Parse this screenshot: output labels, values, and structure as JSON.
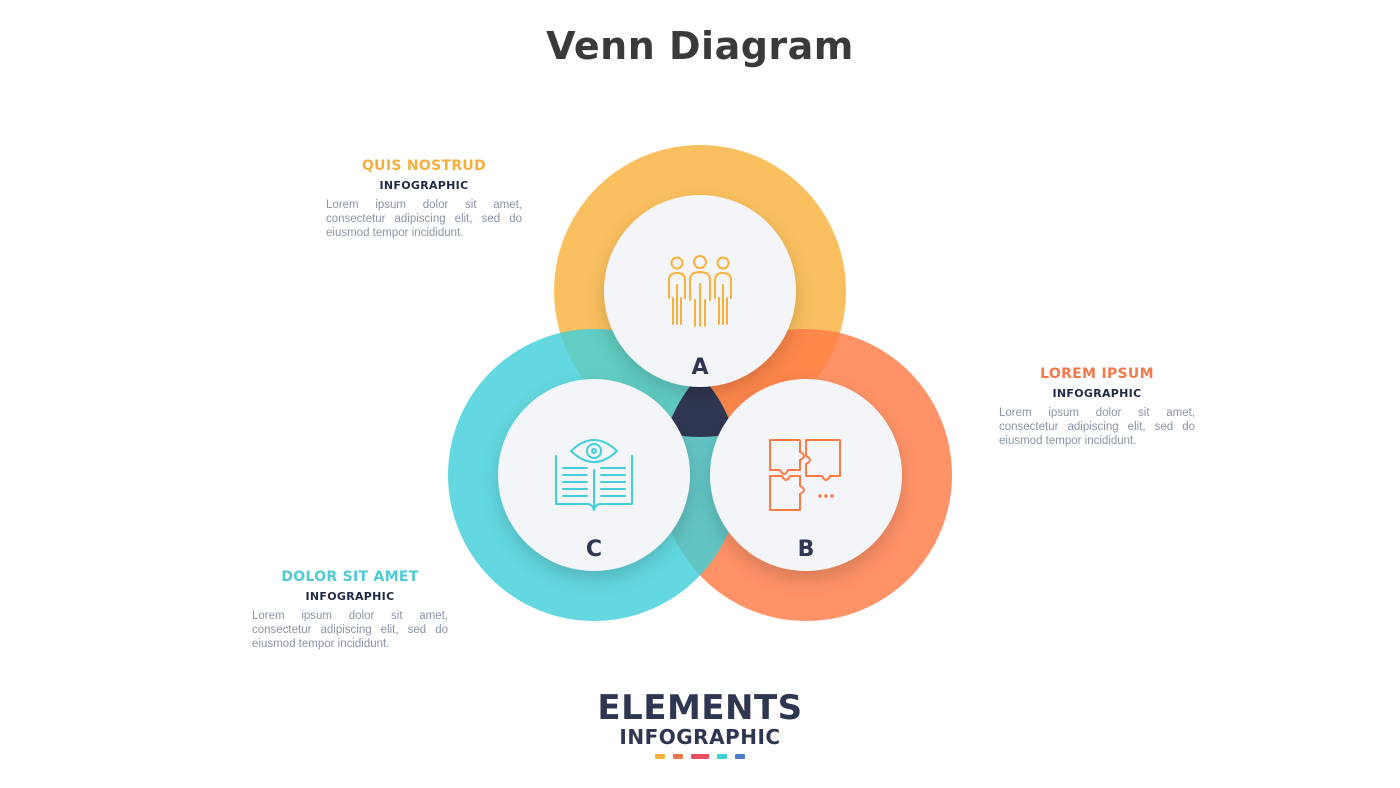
{
  "title": "Venn Diagram",
  "circles": [
    {
      "label": "A",
      "icon": "people-icon",
      "color": "#f9b13c"
    },
    {
      "label": "B",
      "icon": "puzzle-icon",
      "color": "#ff7a45"
    },
    {
      "label": "C",
      "icon": "book-eye-icon",
      "color": "#41d0d9"
    }
  ],
  "center_color": "#2f3651",
  "blocks": [
    {
      "heading": "QUIS NOSTRUD",
      "sub": "INFOGRAPHIC",
      "body": "Lorem ipsum dolor sit amet, consectetur adipiscing elit, sed do eiusmod tempor incididunt."
    },
    {
      "heading": "LOREM IPSUM",
      "sub": "INFOGRAPHIC",
      "body": "Lorem ipsum dolor sit amet, consectetur adipiscing elit, sed do eiusmod tempor incididunt."
    },
    {
      "heading": "DOLOR SIT AMET",
      "sub": "INFOGRAPHIC",
      "body": "Lorem ipsum dolor sit amet, consectetur adipiscing elit, sed do eiusmod tempor incididunt."
    }
  ],
  "brand": {
    "name": "ELEMENTS",
    "sub": "INFOGRAPHIC",
    "dot_colors": [
      "#f9b13c",
      "#f3784a",
      "#e9505e",
      "#41d0d9",
      "#4d7cc7"
    ]
  }
}
